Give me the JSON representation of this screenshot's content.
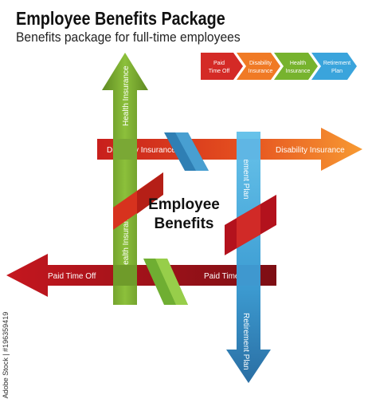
{
  "header": {
    "title": "Employee Benefits Package",
    "subtitle": "Benefits package for full-time employees"
  },
  "legend": {
    "items": [
      {
        "line1": "Paid",
        "line2": "Time Off",
        "color": "#d42a26"
      },
      {
        "line1": "Disability",
        "line2": "Insurance",
        "color": "#f07a25"
      },
      {
        "line1": "Health",
        "line2": "Insurance",
        "color": "#77b32e"
      },
      {
        "line1": "Retirement",
        "line2": "Plan",
        "color": "#3aa4dc"
      }
    ]
  },
  "diagram": {
    "center_line1": "Employee",
    "center_line2": "Benefits",
    "health_top_label": "Health Insurance",
    "health_bottom_label": "Health Insurance",
    "disability_left_label": "Disability Insurance",
    "disability_right_label": "Disability Insurance",
    "retirement_top_label": "Retirement Plan",
    "retirement_bottom_label": "Retirement Plan",
    "pto_left_label": "Paid Time Off",
    "pto_right_label": "Paid Time Off",
    "colors": {
      "health": "#6e9a2b",
      "health_light": "#8dbf3a",
      "disability": "#d7321e",
      "disability_light": "#f28b2c",
      "retirement": "#4ab0e0",
      "retirement_dark": "#2a7fb8",
      "pto": "#b3121d",
      "pto_dark": "#7a0d13"
    }
  },
  "stock_id": "Adobe Stock | #196359419"
}
